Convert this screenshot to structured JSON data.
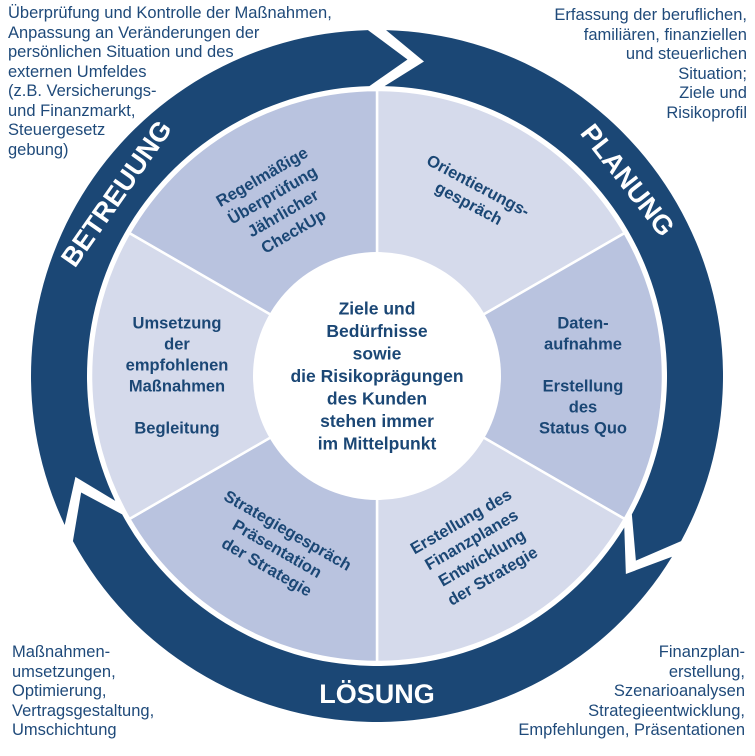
{
  "colors": {
    "ring_dark": "#1b4775",
    "segment_light": "#d5daeb",
    "segment_medium": "#b9c3df",
    "center_fill": "#ffffff",
    "text_dark": "#1b4775",
    "text_note": "#1f4a7a",
    "ring_text": "#ffffff"
  },
  "center": {
    "lines": [
      "Ziele und",
      "Bedürfnisse",
      "sowie",
      "die Risikoprägungen",
      "des Kunden",
      "stehen immer",
      "im Mittelpunkt"
    ]
  },
  "phases": [
    {
      "id": "planung",
      "label": "PLANUNG"
    },
    {
      "id": "loesung",
      "label": "LÖSUNG"
    },
    {
      "id": "betreuung",
      "label": "BETREUUNG"
    }
  ],
  "segments": [
    {
      "id": "orientierung",
      "lines": [
        "Orientierungs-",
        "gespräch"
      ]
    },
    {
      "id": "datenaufnahme",
      "lines": [
        "Daten-",
        "aufnahme",
        "",
        "Erstellung",
        "des",
        "Status Quo"
      ]
    },
    {
      "id": "finanzplan",
      "lines": [
        "Erstellung des",
        "Finanzplanes",
        "Entwicklung",
        "der Strategie"
      ]
    },
    {
      "id": "strategie",
      "lines": [
        "Strategiegespräch",
        "Präsentation",
        "der Strategie"
      ]
    },
    {
      "id": "umsetzung",
      "lines": [
        "Umsetzung",
        "der",
        "empfohlenen",
        "Maßnahmen",
        "",
        "Begleitung"
      ]
    },
    {
      "id": "ueberpruefung",
      "lines": [
        "Regelmäßige",
        "Überprüfung",
        "Jährlicher",
        "CheckUp"
      ]
    }
  ],
  "notes": {
    "top_left": "Überprüfung und Kontrolle der Maßnahmen,\nAnpassung an Veränderungen der\npersönlichen Situation und des\nexternen Umfeldes\n(z.B. Versicherungs-\nund Finanzmarkt,\nSteuergesetz\ngebung)",
    "top_right": "Erfassung der beruflichen,\nfamiliären, finanziellen\nund steuerlichen\nSituation;\nZiele und\nRisikoprofil",
    "bottom_left": "Maßnahmen-\numsetzungen,\nOptimierung,\nVertragsgestaltung,\nUmschichtung",
    "bottom_right": "Finanzplan-\nerstellung,\nSzenarioanalysen\nStrategieentwicklung,\nEmpfehlungen, Präsentationen"
  }
}
